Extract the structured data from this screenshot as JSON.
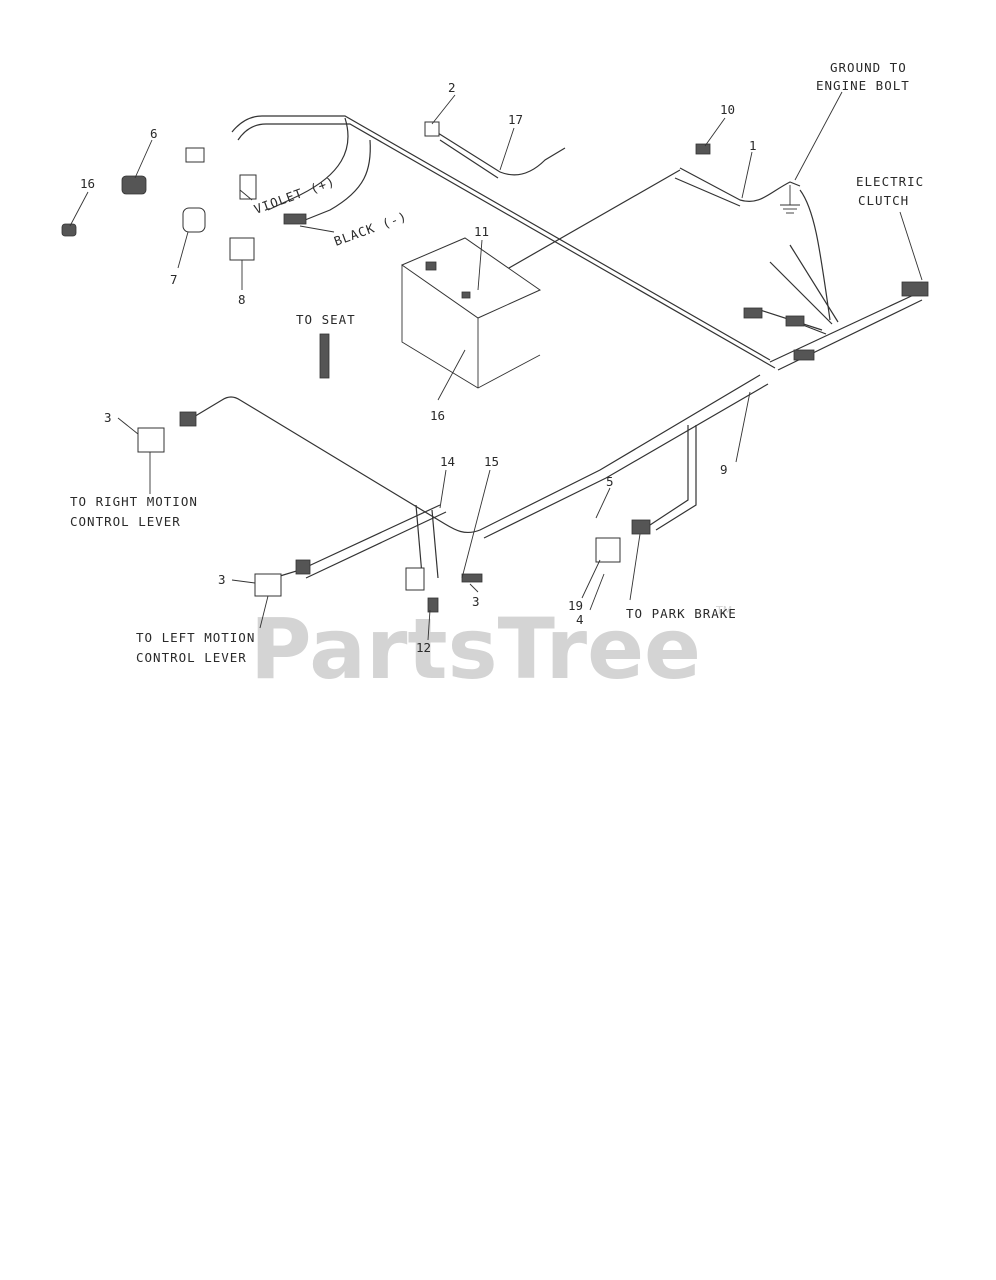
{
  "watermark": {
    "text": "PartsTree",
    "tm": "TM"
  },
  "labels": {
    "ground": [
      "GROUND TO",
      "ENGINE BOLT"
    ],
    "clutch": [
      "ELECTRIC",
      "CLUTCH"
    ],
    "violet": "VIOLET (+)",
    "black": "BLACK (-)",
    "seat": "TO SEAT",
    "right_lever": [
      "TO RIGHT MOTION",
      "CONTROL LEVER"
    ],
    "left_lever": [
      "TO LEFT MOTION",
      "CONTROL LEVER"
    ],
    "park": "TO PARK BRAKE"
  },
  "callouts": {
    "n1": "1",
    "n2": "2",
    "n3a": "3",
    "n3b": "3",
    "n3c": "3",
    "n4": "4",
    "n5": "5",
    "n6": "6",
    "n7": "7",
    "n8": "8",
    "n9": "9",
    "n10": "10",
    "n11": "11",
    "n12": "12",
    "n14": "14",
    "n15": "15",
    "n16a": "16",
    "n16b": "16",
    "n17": "17",
    "n19": "19"
  }
}
